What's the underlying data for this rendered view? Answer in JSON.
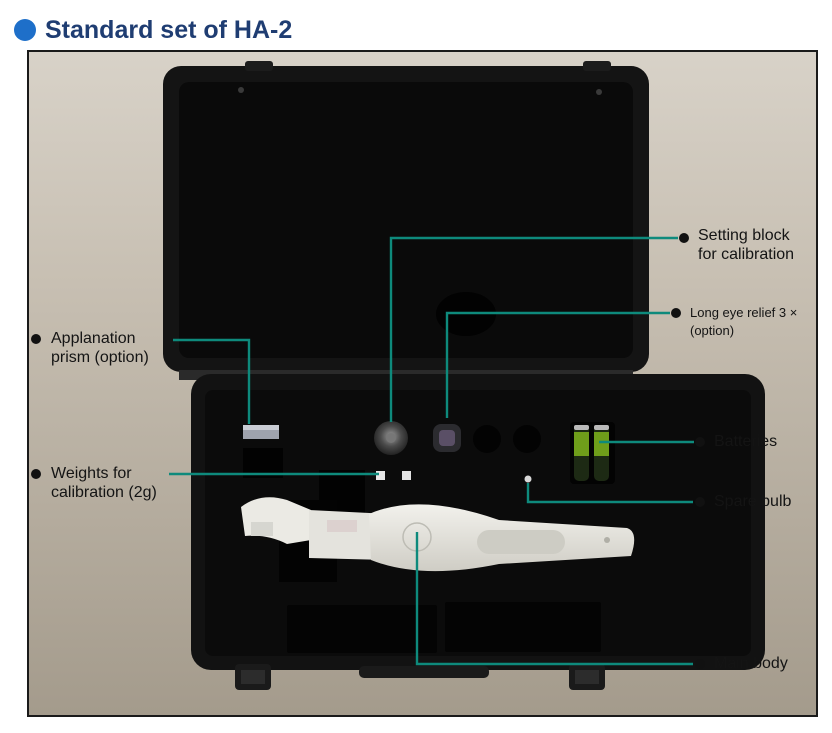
{
  "page": {
    "title": "Standard set of HA-2"
  },
  "labels": {
    "setting_block": {
      "line1": "Setting block",
      "line2": "for calibration"
    },
    "long_eye_relief": {
      "line1": "Long eye relief 3 ×",
      "line2": "(option)"
    },
    "applanation_prism": {
      "line1": "Applanation",
      "line2": "prism (option)"
    },
    "batteries": {
      "line1": "Batteries"
    },
    "weights": {
      "line1": "Weights for",
      "line2": "calibration (2g)"
    },
    "spare_bulb": {
      "line1": "Spare bulb"
    },
    "main_body": {
      "line1": "Main body"
    }
  },
  "colors": {
    "title_text": "#1f3d72",
    "title_dot": "#1e6fc9",
    "leader_line": "#0e8a7c",
    "label_dot": "#111111"
  }
}
